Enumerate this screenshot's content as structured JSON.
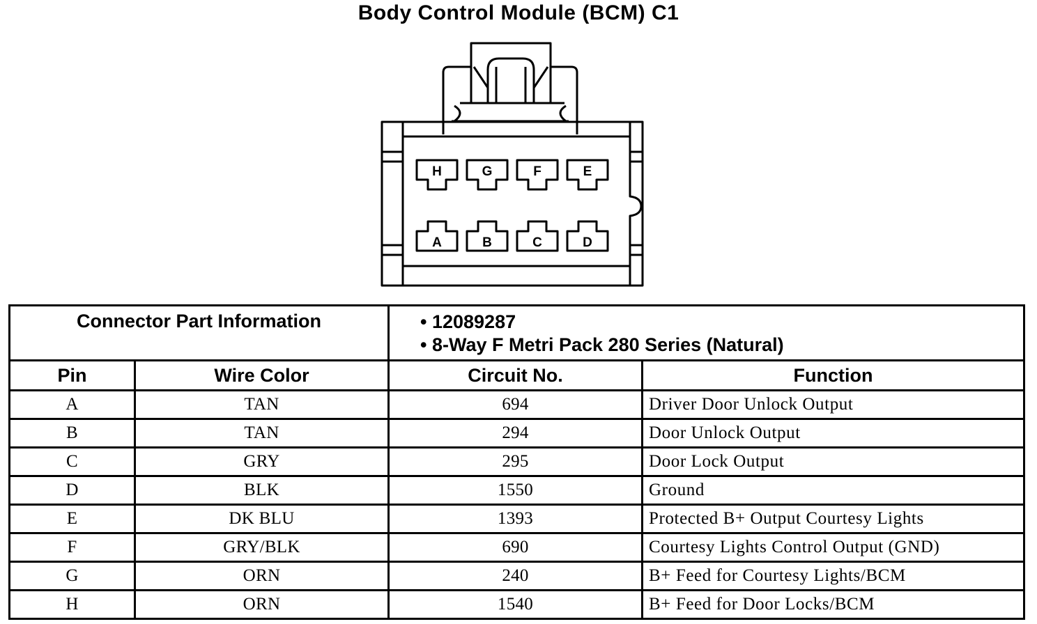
{
  "title": "Body Control Module (BCM) C1",
  "connector": {
    "pins_top_row": [
      "H",
      "G",
      "F",
      "E"
    ],
    "pins_bottom_row": [
      "A",
      "B",
      "C",
      "D"
    ]
  },
  "part_info": {
    "label": "Connector Part Information",
    "lines": [
      "• 12089287",
      "• 8-Way F Metri Pack 280 Series (Natural)"
    ]
  },
  "columns": [
    "Pin",
    "Wire Color",
    "Circuit No.",
    "Function"
  ],
  "rows": [
    {
      "pin": "A",
      "wire_color": "TAN",
      "circuit": "694",
      "function": "Driver Door Unlock Output"
    },
    {
      "pin": "B",
      "wire_color": "TAN",
      "circuit": "294",
      "function": "Door Unlock Output"
    },
    {
      "pin": "C",
      "wire_color": "GRY",
      "circuit": "295",
      "function": "Door Lock Output"
    },
    {
      "pin": "D",
      "wire_color": "BLK",
      "circuit": "1550",
      "function": "Ground"
    },
    {
      "pin": "E",
      "wire_color": "DK BLU",
      "circuit": "1393",
      "function": "Protected B+ Output Courtesy Lights"
    },
    {
      "pin": "F",
      "wire_color": "GRY/BLK",
      "circuit": "690",
      "function": "Courtesy Lights Control Output (GND)"
    },
    {
      "pin": "G",
      "wire_color": "ORN",
      "circuit": "240",
      "function": "B+ Feed for Courtesy Lights/BCM"
    },
    {
      "pin": "H",
      "wire_color": "ORN",
      "circuit": "1540",
      "function": "B+ Feed for Door Locks/BCM"
    }
  ]
}
